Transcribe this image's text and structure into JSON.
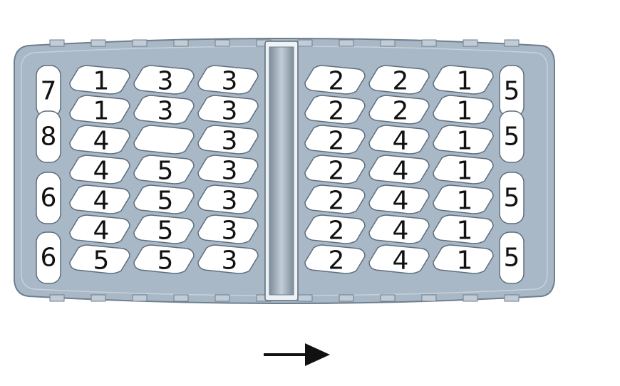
{
  "colors": {
    "housing": "#a9b8c6",
    "housing_edge": "#6f7f8e",
    "slot": "#ffffff",
    "slot_edge": "#5e6e7c",
    "divider": "#8d9cab",
    "arrow": "#111111"
  },
  "direction_arrow": {
    "icon": "arrow-right-icon"
  },
  "end_slots": {
    "left": [
      "7",
      "8",
      "6",
      "6"
    ],
    "right": [
      "5",
      "5",
      "5",
      "5"
    ]
  },
  "left_block": {
    "columns": [
      [
        "1",
        "1",
        "4",
        "4",
        "4",
        "4",
        "5"
      ],
      [
        "3",
        "3",
        "",
        "5",
        "5",
        "5",
        "5"
      ],
      [
        "3",
        "3",
        "3",
        "3",
        "3",
        "3",
        "3"
      ]
    ]
  },
  "right_block": {
    "columns": [
      [
        "2",
        "2",
        "2",
        "2",
        "2",
        "2",
        "2"
      ],
      [
        "2",
        "2",
        "4",
        "4",
        "4",
        "4",
        "4"
      ],
      [
        "1",
        "1",
        "1",
        "1",
        "1",
        "1",
        "1"
      ]
    ]
  }
}
